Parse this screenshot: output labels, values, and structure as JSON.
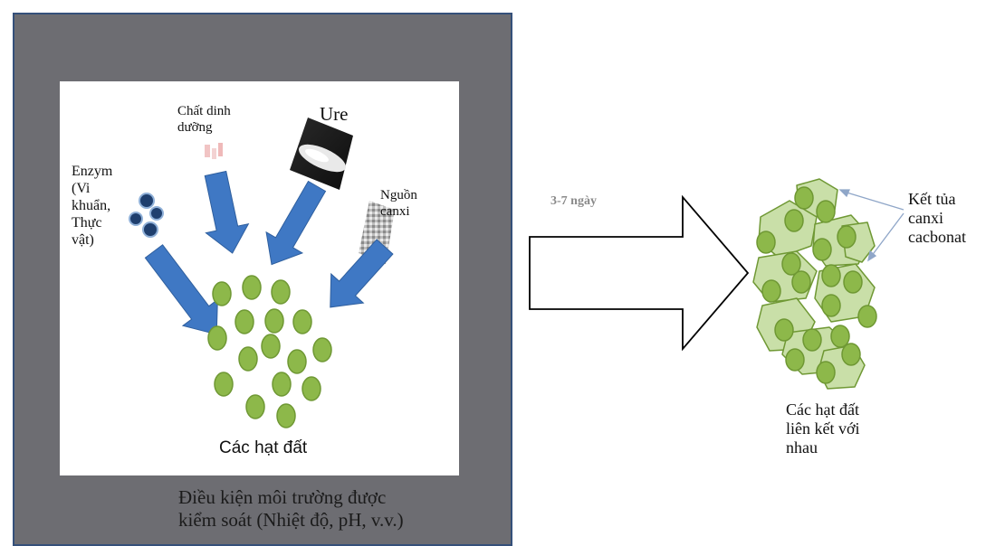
{
  "labels": {
    "enzyme": "Enzym\n(Vi\nkhuẩn,\nThực\nvật)",
    "nutrients": "Chất dinh\ndưỡng",
    "urea": "Ure",
    "calcium_source": "Nguồn\ncanxi",
    "soil_particles": "Các hạt đất",
    "controlled_conditions": "Điều kiện môi trường được\nkiểm soát (Nhiệt độ, pH, v.v.)",
    "duration": "3-7 ngày",
    "precipitate": "Kết tủa\ncanxi\ncacbonat",
    "bonded_particles": "Các hạt đất\nliên kết với\nnhau"
  },
  "colors": {
    "frame": "#6d6d72",
    "arrow_blue": "#3f78c4",
    "particle_green": "#8db84a",
    "particle_edge": "#6f9834",
    "precipitate_fill": "#c9dfa8",
    "pointer_line": "#8fa6c8"
  }
}
